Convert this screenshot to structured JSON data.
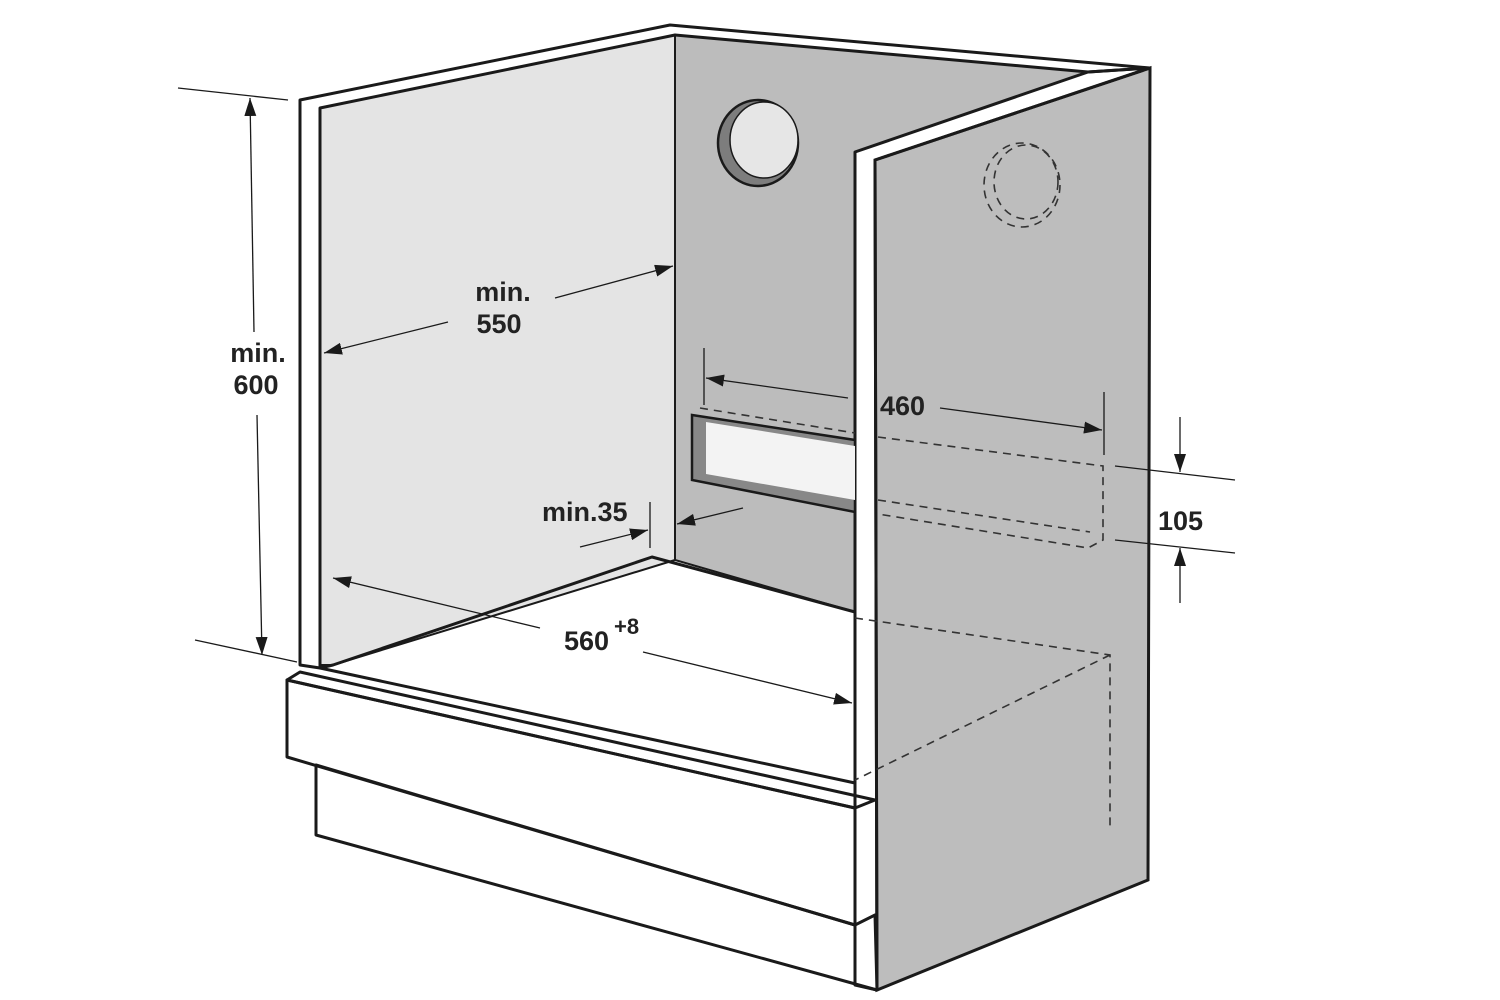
{
  "diagram": {
    "colors": {
      "side_wall_inner": "#e4e4e4",
      "back_wall": "#bcbcbc",
      "right_side_outer": "#bdbdbd",
      "floor": "#ffffff",
      "line": "#1a1a1a"
    },
    "dimensions": {
      "height": {
        "line1": "min.",
        "line2": "600"
      },
      "depth": {
        "line1": "min.",
        "line2": "550"
      },
      "width": {
        "value": "560",
        "tolerance": "+8"
      },
      "rear_gap": "min.35",
      "vent_width": "460",
      "vent_height": "105"
    }
  }
}
